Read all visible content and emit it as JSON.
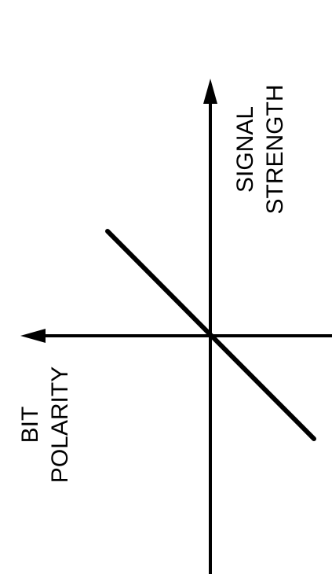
{
  "labels": {
    "signal_strength": [
      "SIGNAL",
      "STRENGTH"
    ],
    "bit_polarity": [
      "BIT",
      "POLARITY"
    ]
  },
  "colors": {
    "ink": "#000000",
    "background": "#ffffff"
  }
}
